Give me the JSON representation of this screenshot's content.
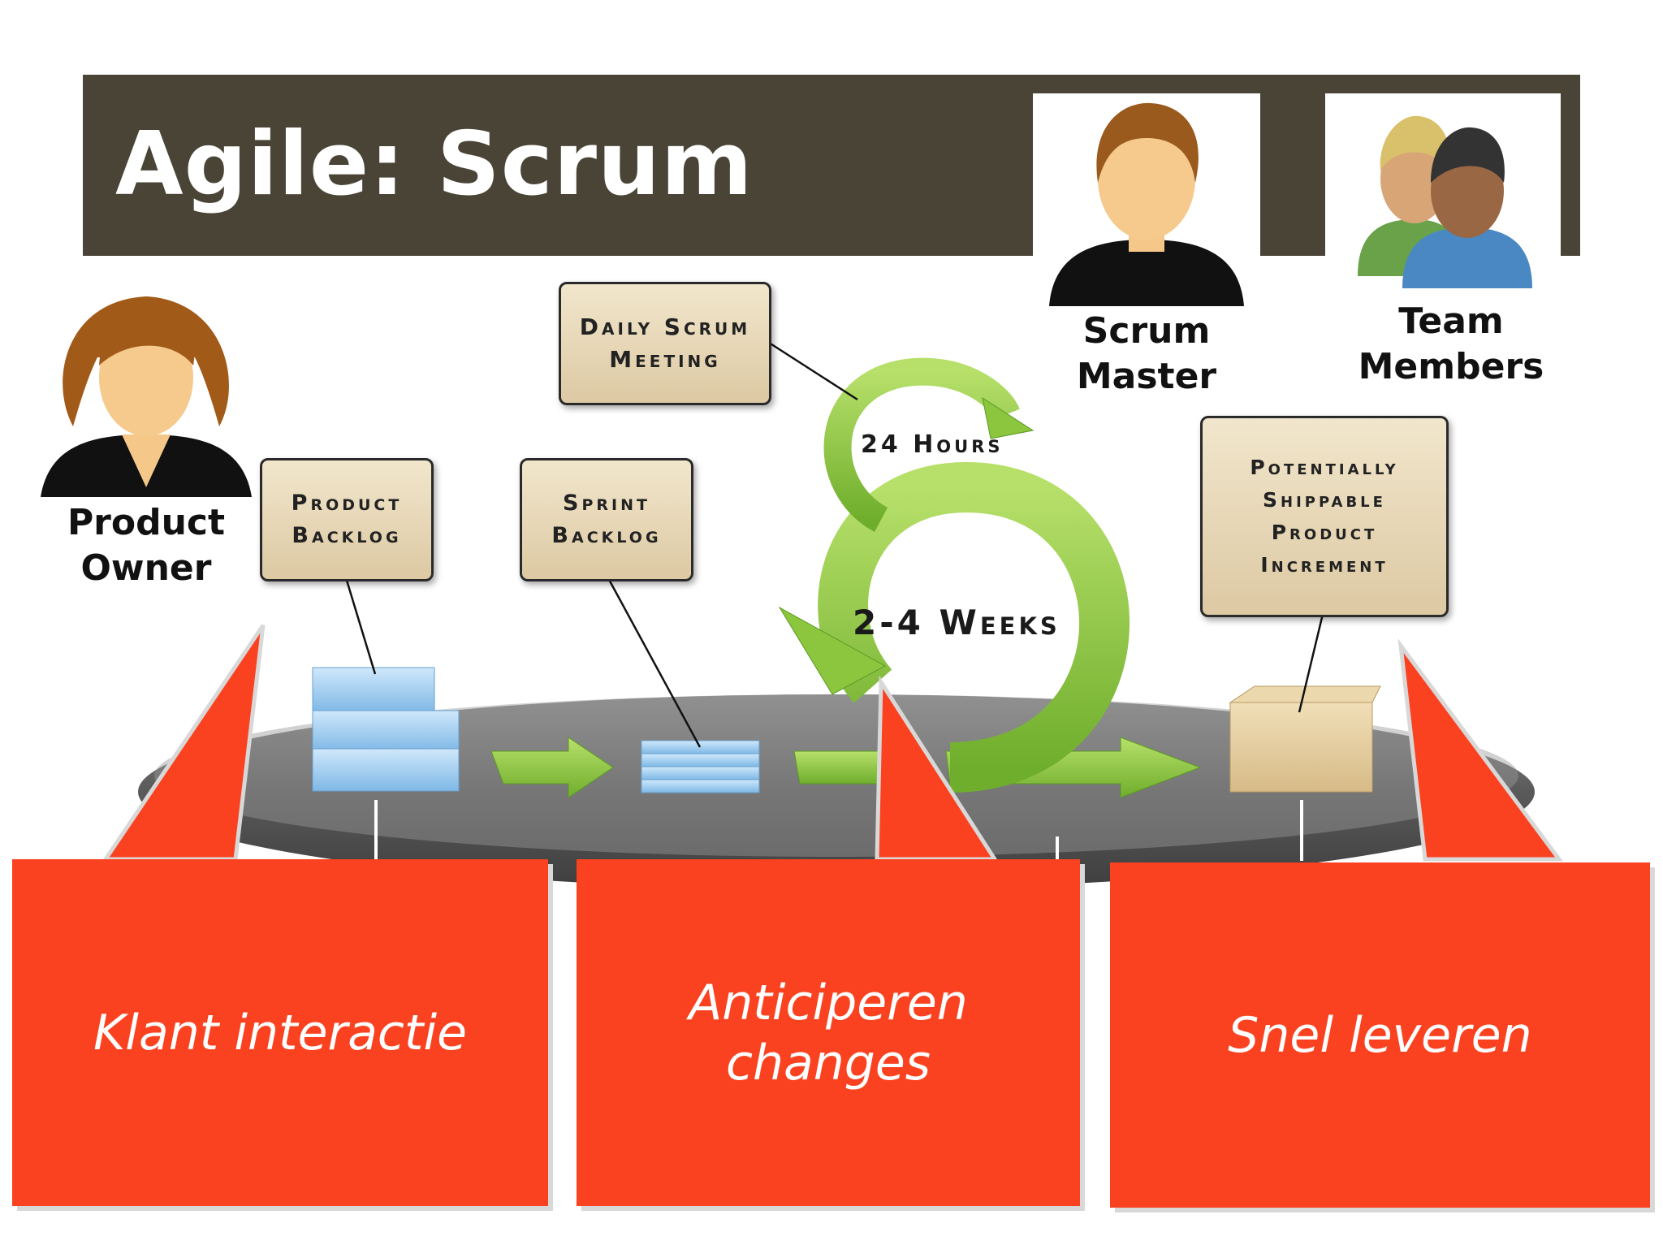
{
  "slide": {
    "title": "Agile: Scrum"
  },
  "roles": {
    "product_owner": {
      "line1": "Product",
      "line2": "Owner"
    },
    "scrum_master": {
      "line1": "Scrum",
      "line2": "Master"
    },
    "team_members": {
      "line1": "Team",
      "line2": "Members"
    }
  },
  "process": {
    "daily_scrum": {
      "line1": "Daily Scrum",
      "line2": "Meeting"
    },
    "product_backlog": {
      "line1": "Product",
      "line2": "Backlog"
    },
    "sprint_backlog": {
      "line1": "Sprint",
      "line2": "Backlog"
    },
    "increment": {
      "line1": "Potentially",
      "line2": "Shippable",
      "line3": "Product",
      "line4": "Increment"
    },
    "hours_label": "24 Hours",
    "weeks_label": "2-4 Weeks"
  },
  "callouts": {
    "left": "Klant interactie",
    "middle_line1": "Anticiperen",
    "middle_line2": "changes",
    "right": "Snel leveren"
  },
  "colors": {
    "title_band": "#4a4436",
    "callout": "#fb4220",
    "arrow_green": "#8cc63f",
    "platform": "#6b6b6b",
    "box_tan": "#e8d9b8"
  },
  "icons": {
    "product_owner": "person-female-icon",
    "scrum_master": "person-male-icon",
    "team_members": "people-group-icon"
  }
}
